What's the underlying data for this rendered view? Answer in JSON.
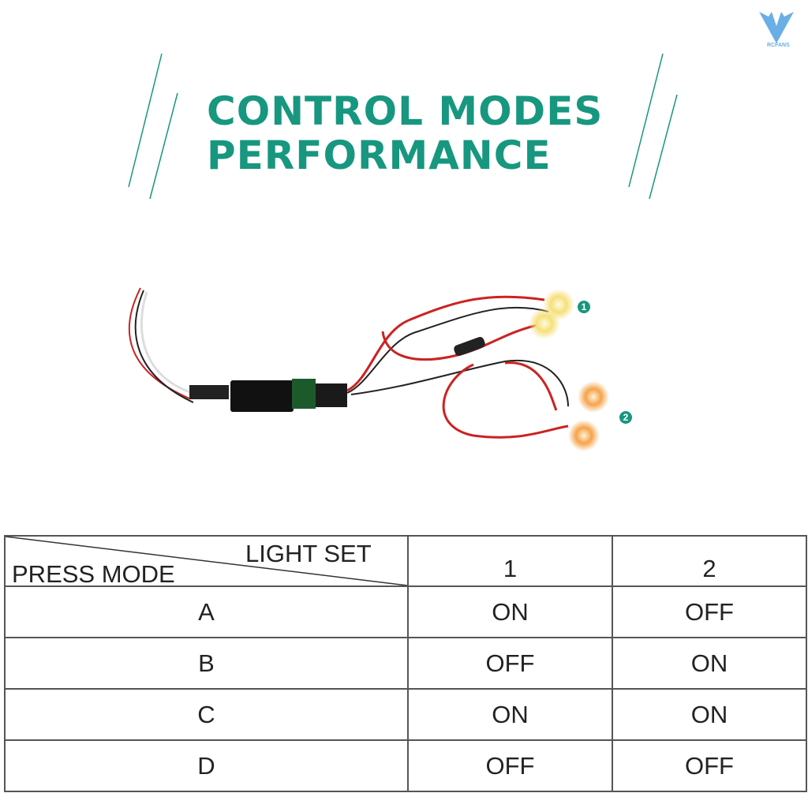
{
  "title": {
    "line1": "CONTROL MODES",
    "line2": "PERFORMANCE"
  },
  "brand": {
    "logo_text": "RCFANS",
    "color": "#6aaee6"
  },
  "accent_color": "#17977f",
  "product": {
    "light_set_labels": [
      "1",
      "2"
    ]
  },
  "table": {
    "header": {
      "row_label": "PRESS MODE",
      "col_label": "LIGHT SET",
      "columns": [
        "1",
        "2"
      ]
    },
    "rows": [
      {
        "mode": "A",
        "values": [
          "ON",
          "OFF"
        ]
      },
      {
        "mode": "B",
        "values": [
          "OFF",
          "ON"
        ]
      },
      {
        "mode": "C",
        "values": [
          "ON",
          "ON"
        ]
      },
      {
        "mode": "D",
        "values": [
          "OFF",
          "OFF"
        ]
      }
    ]
  }
}
